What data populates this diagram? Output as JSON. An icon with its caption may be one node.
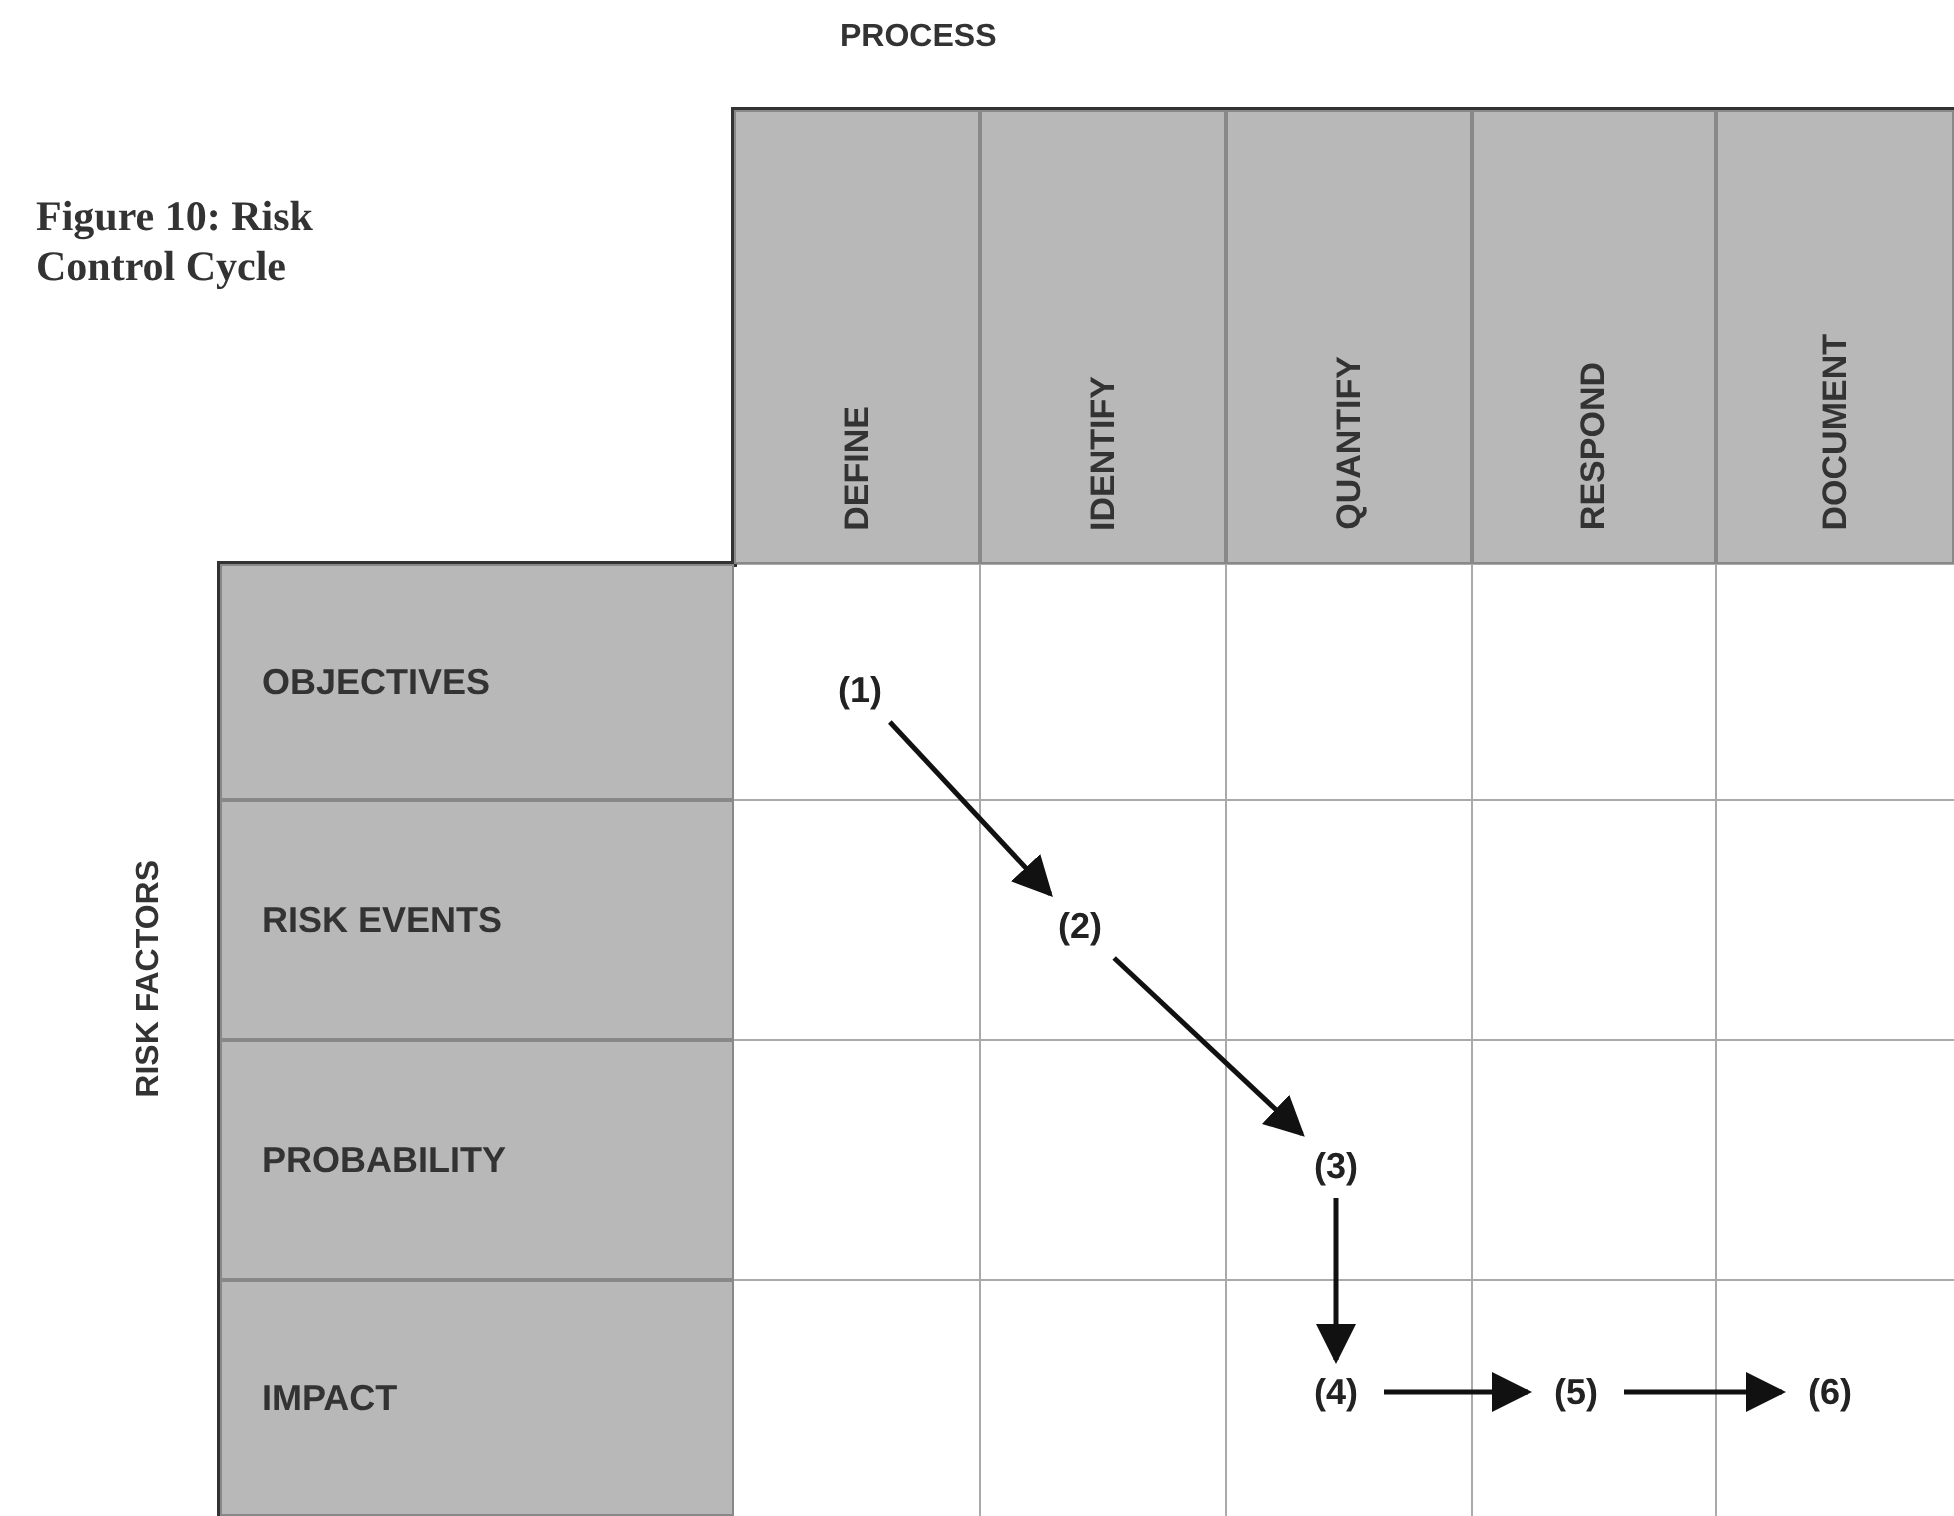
{
  "diagram": {
    "title": "Figure 10: Risk Control Cycle",
    "nodes": [
      {
        "text": [
          "DEFINE"
        ]
      },
      {
        "text": [
          "IDENTIFY"
        ]
      },
      {
        "text": [
          "QUANTIFY"
        ]
      },
      {
        "text": [
          "RESPOND"
        ]
      },
      {
        "text": [
          "DOCUMENT"
        ]
      },
      {
        "text": [
          "OBJECTIVES"
        ]
      },
      {
        "text": [
          "RISK EVENTS"
        ]
      },
      {
        "text": [
          "PROBABILITY"
        ]
      },
      {
        "text": [
          "IMPACT"
        ]
      },
      {
        "text": [
          "(1)"
        ]
      },
      {
        "text": [
          "(2)"
        ]
      },
      {
        "text": [
          "(3)"
        ]
      },
      {
        "text": [
          "(4)"
        ]
      },
      {
        "text": [
          "(5)"
        ]
      },
      {
        "text": [
          "(6)"
        ]
      }
    ],
    "edges": [
      {
        "from": 9,
        "to": 10,
        "arrow": "to"
      },
      {
        "from": 10,
        "to": 11,
        "arrow": "to"
      },
      {
        "from": 11,
        "to": 12,
        "arrow": "to"
      },
      {
        "from": 12,
        "to": 13,
        "arrow": "to"
      },
      {
        "from": 13,
        "to": 14,
        "arrow": "to"
      }
    ],
    "labels": [
      "PROCESS",
      "RISK FACTORS"
    ]
  }
}
